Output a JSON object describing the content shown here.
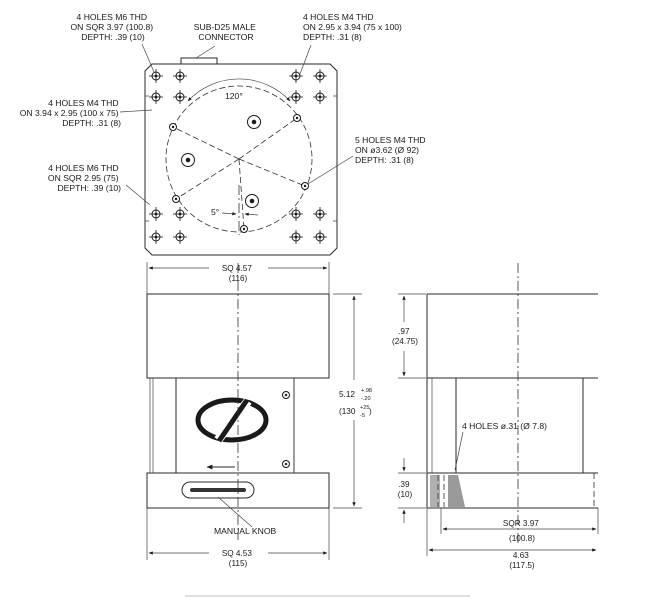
{
  "labels": {
    "top_left_m6_holes": [
      "4 HOLES M6 THD",
      "ON SQR 3.97 (100.8)",
      "DEPTH: .39 (10)"
    ],
    "connector": [
      "SUB-D25 MALE",
      "CONNECTOR"
    ],
    "top_right_m4_holes": [
      "4 HOLES M4 THD",
      "ON 2.95 x 3.94 (75 x 100)",
      "DEPTH: .31 (8)"
    ],
    "left_m4_holes": [
      "4 HOLES M4 THD",
      "ON 3.94 x 2.95 (100 x 75)",
      "DEPTH: .31 (8)"
    ],
    "left_m6_holes": [
      "4 HOLES M6 THD",
      "ON SQR 2.95 (75)",
      "DEPTH: .39 (10)"
    ],
    "circle_m4_holes": [
      "5 HOLES M4 THD",
      "ON ø3.62 (Ø 92)",
      "DEPTH: .31 (8)"
    ],
    "angle_120": "120°",
    "angle_5": "5°",
    "manual_knob": "MANUAL KNOB",
    "side_holes": "4 HOLES ø.31 (Ø 7.8)"
  },
  "dimensions": {
    "top_width": [
      "SQ 4.57",
      "(116)"
    ],
    "bottom_width": [
      "SQ 4.53",
      "(115)"
    ],
    "height_in": "5.12",
    "height_in_tol": [
      "+.98",
      "-.20"
    ],
    "height_mm": "(130",
    "height_mm_tol": [
      "+25",
      "-5"
    ],
    "height_mm_close": ")",
    "side_top": [
      ".97",
      "(24.75)"
    ],
    "side_bottom": [
      ".39",
      "(10)"
    ],
    "side_sqr": [
      "SQR 3.97",
      "(100.8)"
    ],
    "side_width": [
      "4.63",
      "(117.5)"
    ]
  },
  "colors": {
    "line": "#2a2a2a",
    "body_shade": "#f4f4f4",
    "hatch": "#9a9a9a"
  }
}
